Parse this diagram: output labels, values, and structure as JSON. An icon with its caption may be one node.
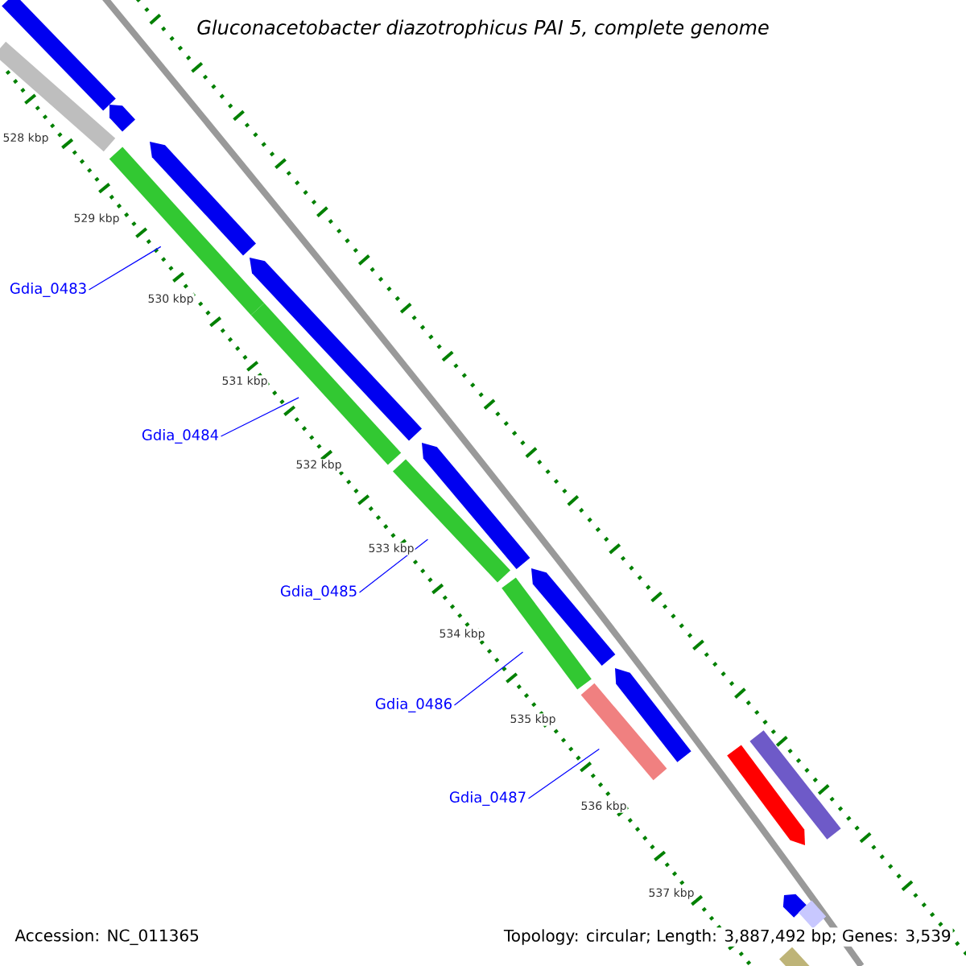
{
  "diagram": {
    "title": "Gluconacetobacter diazotrophicus PAI 5, complete genome",
    "nodes": [
      {
        "text": [
          "Gdia_0483"
        ]
      },
      {
        "text": [
          "Gdia_0484"
        ]
      },
      {
        "text": [
          "Gdia_0485"
        ]
      },
      {
        "text": [
          "Gdia_0486"
        ]
      },
      {
        "text": [
          "Gdia_0487"
        ]
      },
      {
        "text": [],
        "shape": "bar"
      },
      {
        "text": [],
        "shape": "bar"
      },
      {
        "text": [],
        "shape": "bar"
      },
      {
        "text": [],
        "shape": "bar"
      },
      {
        "text": [],
        "shape": "bar"
      },
      {
        "text": [],
        "shape": "bar"
      },
      {
        "text": [],
        "shape": "bar"
      },
      {
        "text": [],
        "shape": "bar"
      },
      {
        "text": [],
        "shape": "bar"
      },
      {
        "text": [],
        "shape": "bar"
      },
      {
        "text": [],
        "shape": "bar"
      },
      {
        "text": [],
        "shape": "bar"
      },
      {
        "text": [],
        "shape": "bar"
      },
      {
        "text": [],
        "shape": "bar"
      },
      {
        "text": [],
        "shape": "bar"
      },
      {
        "text": [],
        "shape": "bar"
      },
      {
        "text": [],
        "shape": "bar"
      },
      {
        "text": [],
        "shape": "bar"
      }
    ],
    "edges": [
      {
        "from": 0,
        "to": 5,
        "arrow": "none"
      },
      {
        "from": 1,
        "to": 6,
        "arrow": "none"
      },
      {
        "from": 2,
        "to": 7,
        "arrow": "none"
      },
      {
        "from": 3,
        "to": 8,
        "arrow": "none"
      },
      {
        "from": 4,
        "to": 9,
        "arrow": "none"
      }
    ],
    "labels": [
      "528 kbp",
      "529 kbp",
      "530 kbp",
      "531 kbp",
      "532 kbp",
      "533 kbp",
      "534 kbp",
      "535 kbp",
      "536 kbp",
      "537 kbp",
      "Accession: NC_011365",
      "Topology: circular; Length: 3,887,492 bp; Genes: 3,539"
    ]
  }
}
